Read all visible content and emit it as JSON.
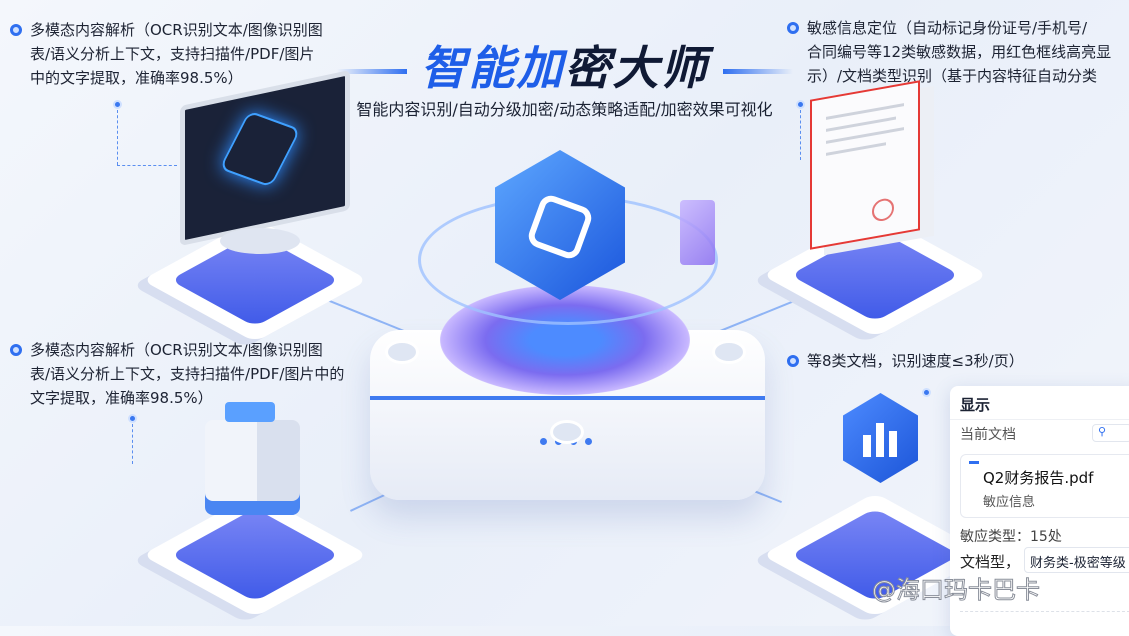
{
  "title": {
    "highlight": "智能加",
    "rest": "密大师",
    "subtitle": "智能内容识别/自动分级加密/动态策略适配/加密效果可视化"
  },
  "callouts": {
    "top_left": [
      "多模态内容解析（OCR识别文本/图像识别图",
      "表/语义分析上下文，支持扫描件/PDF/图片",
      "中的文字提取，准确率98.5%）"
    ],
    "top_right": [
      "敏感信息定位（自动标记身份证号/手机号/",
      "合同编号等12类敏感数据，用红色框线高亮显",
      "示）/文档类型识别（基于内容特征自动分类"
    ],
    "bottom_left": [
      "多模态内容解析（OCR识别文本/图像识别图",
      "表/语义分析上下文，支持扫描件/PDF/图片中的",
      "文字提取，准确率98.5%）"
    ],
    "bottom_right": [
      "等8类文档，识别速度≤3秒/页）"
    ]
  },
  "panel": {
    "header": "显示",
    "section": "当前文档",
    "search_icon": "search-icon",
    "file_name": "Q2财务报告.pdf",
    "file_sub": "敏应信息",
    "sensitive_label": "敏应类型：15处",
    "doctype_label": "文档型，",
    "doctype_value": "财务类-极密等级"
  },
  "watermark": "@海口玛卡巴卡",
  "colors": {
    "accent": "#1e5ee8",
    "platform": "#5b6df0",
    "highlight_red": "#e53935"
  }
}
